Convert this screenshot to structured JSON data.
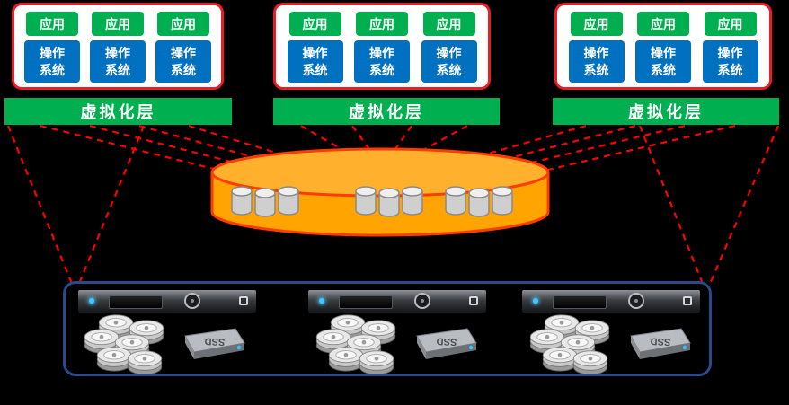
{
  "colors": {
    "background": "#000000",
    "app_green": "#00B050",
    "os_blue": "#0070C0",
    "frame_red": "#ED1C24",
    "line_red": "#FF0000",
    "pool_orange": "#FFA400",
    "pool_border": "#FF3C00",
    "enclosure_blue": "#2A4A8B"
  },
  "vm_groups": [
    {
      "vms": [
        {
          "app": "应用",
          "os": "操作系统"
        },
        {
          "app": "应用",
          "os": "操作系统"
        },
        {
          "app": "应用",
          "os": "操作系统"
        }
      ]
    },
    {
      "vms": [
        {
          "app": "应用",
          "os": "操作系统"
        },
        {
          "app": "应用",
          "os": "操作系统"
        },
        {
          "app": "应用",
          "os": "操作系统"
        }
      ]
    },
    {
      "vms": [
        {
          "app": "应用",
          "os": "操作系统"
        },
        {
          "app": "应用",
          "os": "操作系统"
        },
        {
          "app": "应用",
          "os": "操作系统"
        }
      ]
    }
  ],
  "virtualization_layers": [
    {
      "label": "虚拟化层"
    },
    {
      "label": "虚拟化层"
    },
    {
      "label": "虚拟化层"
    }
  ],
  "storage_pool": {
    "disk_icons": 9
  },
  "enclosure": {
    "servers": [
      {
        "hdd_count": 6,
        "ssd_label": "SSD"
      },
      {
        "hdd_count": 6,
        "ssd_label": "SSD"
      },
      {
        "hdd_count": 6,
        "ssd_label": "SSD"
      }
    ]
  }
}
